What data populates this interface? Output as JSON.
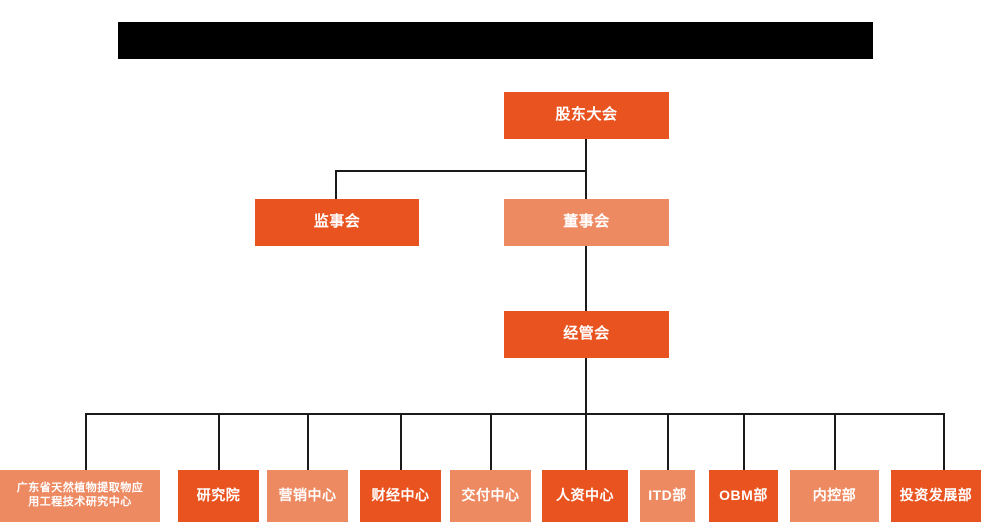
{
  "diagram": {
    "type": "org-chart",
    "title_banner": {
      "label": "",
      "state": "redacted",
      "color": "#000000"
    },
    "colors": {
      "primary": "#E9531F",
      "secondary": "#EE8A62",
      "connector": "#1a1a1a",
      "background": "#FFFFFF",
      "text": "#FFFFFF"
    },
    "levels": {
      "level1": [
        {
          "id": "shareholders",
          "label": "股东大会",
          "style": "primary"
        }
      ],
      "level2": [
        {
          "id": "supervisory",
          "label": "监事会",
          "style": "primary"
        },
        {
          "id": "board",
          "label": "董事会",
          "style": "secondary"
        }
      ],
      "level3": [
        {
          "id": "management",
          "label": "经管会",
          "style": "primary"
        }
      ],
      "level4": [
        {
          "id": "rd-center",
          "label_line1": "广东省天然植物提取物应",
          "label_line2": "用工程技术研究中心",
          "style": "secondary"
        },
        {
          "id": "research-institute",
          "label": "研究院",
          "style": "primary"
        },
        {
          "id": "marketing-center",
          "label": "营销中心",
          "style": "secondary"
        },
        {
          "id": "finance-center",
          "label": "财经中心",
          "style": "primary"
        },
        {
          "id": "delivery-center",
          "label": "交付中心",
          "style": "secondary"
        },
        {
          "id": "hr-center",
          "label": "人资中心",
          "style": "primary"
        },
        {
          "id": "itd-dept",
          "label": "ITD部",
          "style": "secondary"
        },
        {
          "id": "obm-dept",
          "label": "OBM部",
          "style": "primary"
        },
        {
          "id": "internal-control-dept",
          "label": "内控部",
          "style": "secondary"
        },
        {
          "id": "investment-development-dept",
          "label": "投资发展部",
          "style": "primary"
        }
      ]
    }
  }
}
